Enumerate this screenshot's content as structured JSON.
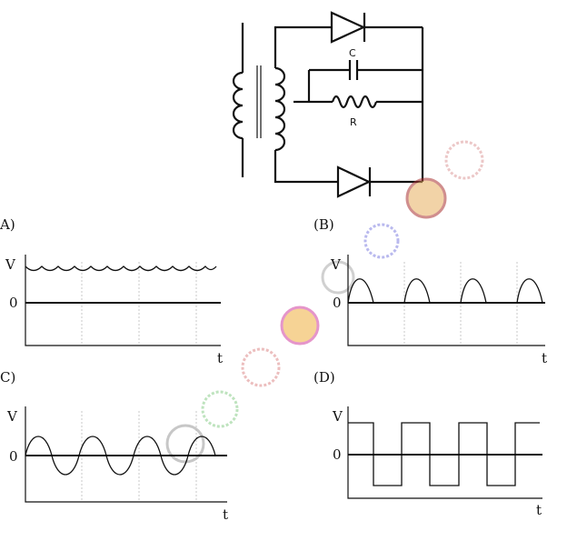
{
  "circuit": {
    "capacitor_label": "C",
    "resistor_label": "R"
  },
  "options": [
    {
      "label": "A)",
      "v_label": "V",
      "zero_label": "0",
      "t_label": "t",
      "waveform": "rippled-dc"
    },
    {
      "label": "(B)",
      "v_label": "V",
      "zero_label": "0",
      "t_label": "t",
      "waveform": "half-wave-rectified"
    },
    {
      "label": "C)",
      "v_label": "V",
      "zero_label": "0",
      "t_label": "t",
      "waveform": "sine"
    },
    {
      "label": "(D)",
      "v_label": "V",
      "zero_label": "0",
      "t_label": "t",
      "waveform": "square"
    }
  ],
  "colors": {
    "ink": "#111111",
    "grid": "#bbbbbb"
  }
}
